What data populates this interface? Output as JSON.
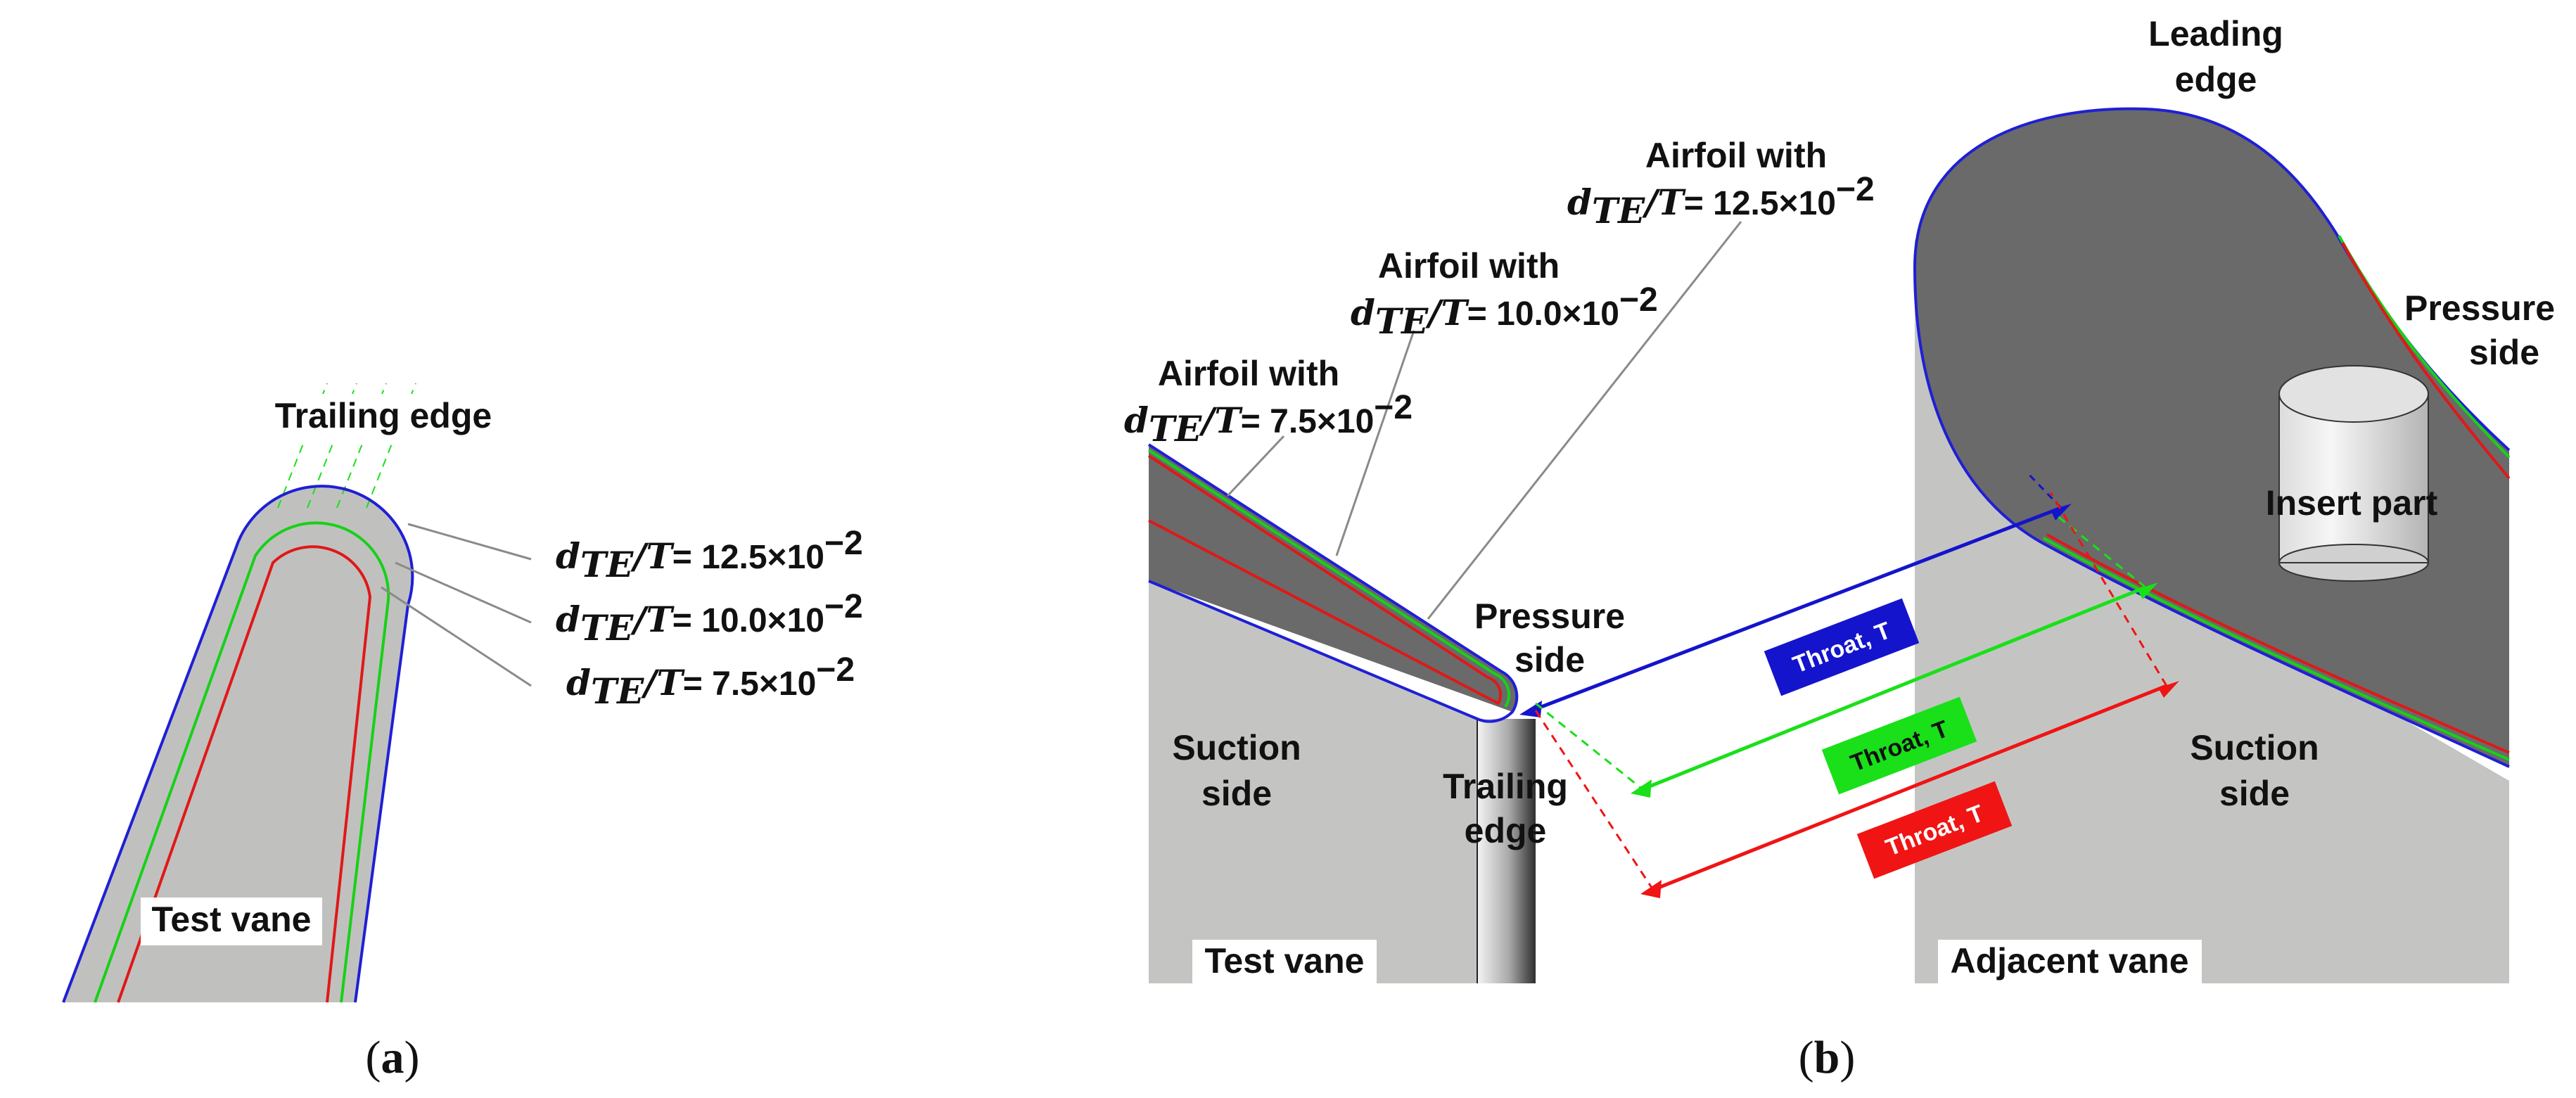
{
  "panel_a": {
    "caption_open": "(",
    "caption_letter": "a",
    "caption_close": ")",
    "trailing_edge": "Trailing edge",
    "test_vane": "Test vane",
    "labels": [
      {
        "math": "d",
        "sub": "TE",
        "rest": "/T",
        "value": "= 12.5×10",
        "exp": "−2",
        "color": "#1f1fd6"
      },
      {
        "math": "d",
        "sub": "TE",
        "rest": "/T",
        "value": "= 10.0×10",
        "exp": "−2",
        "color": "#18d018"
      },
      {
        "math": "d",
        "sub": "TE",
        "rest": "/T",
        "value": "= 7.5×10",
        "exp": "−2",
        "color": "#e01818"
      }
    ]
  },
  "panel_b": {
    "caption_open": "(",
    "caption_letter": "b",
    "caption_close": ")",
    "airfoils": [
      {
        "title": "Airfoil with",
        "math": "d",
        "sub": "TE",
        "rest": "/T",
        "value": "= 7.5×10",
        "exp": "−2"
      },
      {
        "title": "Airfoil with",
        "math": "d",
        "sub": "TE",
        "rest": "/T",
        "value": "= 10.0×10",
        "exp": "−2"
      },
      {
        "title": "Airfoil with",
        "math": "d",
        "sub": "TE",
        "rest": "/T",
        "value": "= 12.5×10",
        "exp": "−2"
      }
    ],
    "pressure_side_line1": "Pressure",
    "pressure_side_line2": "side",
    "suction_side_line1": "Suction",
    "suction_side_line2": "side",
    "trailing_edge_line1": "Trailing",
    "trailing_edge_line2": "edge",
    "test_vane": "Test vane",
    "leading_edge_line1": "Leading",
    "leading_edge_line2": "edge",
    "adj_pressure_line1": "Pressure",
    "adj_pressure_line2": "side",
    "insert_part": "Insert part",
    "adj_suction_line1": "Suction",
    "adj_suction_line2": "side",
    "adjacent_vane": "Adjacent vane",
    "throat_tags": [
      {
        "label": "Throat, T",
        "color": "#1414cc"
      },
      {
        "label": "Throat, T",
        "color": "#19e019"
      },
      {
        "label": "Throat, T",
        "color": "#f01414"
      }
    ]
  }
}
